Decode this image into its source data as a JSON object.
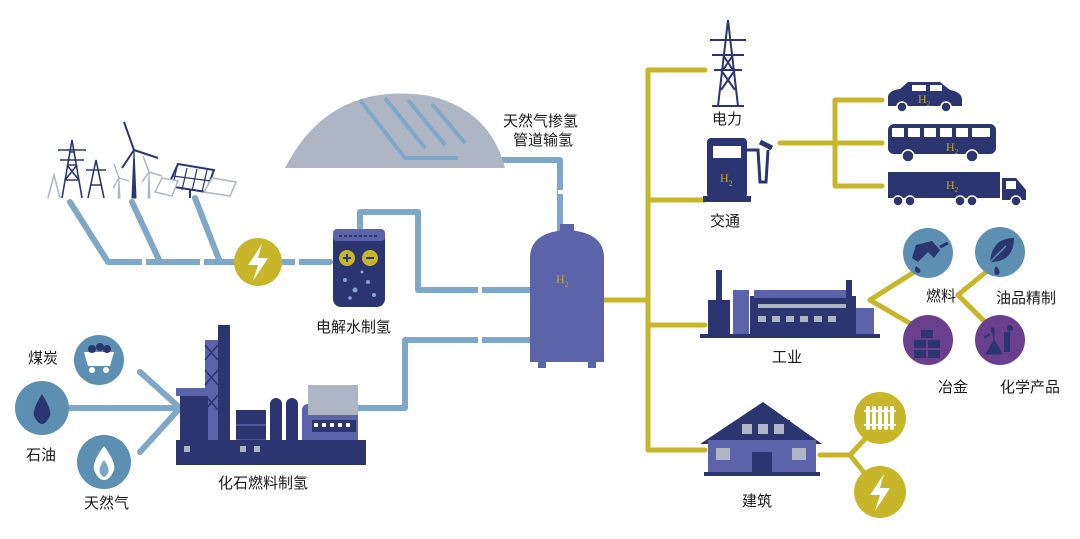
{
  "colors": {
    "navy": "#2b3670",
    "blue_line": "#7ea7c8",
    "yellow": "#c8b62a",
    "teal": "#5d8fb3",
    "purple": "#6a3f8e",
    "gray": "#aeb6c6",
    "tank": "#5b64a8"
  },
  "labels": {
    "pipeline": [
      "天然气掺氢",
      "管道输氢"
    ],
    "electrolysis": "电解水制氢",
    "fossil": "化石燃料制氢",
    "coal": "煤炭",
    "oil": "石油",
    "gas": "天然气",
    "power": "电力",
    "transport": "交通",
    "industry": "工业",
    "fuel": "燃料",
    "refining": "油品精制",
    "metallurgy": "冶金",
    "chemicals": "化学产品",
    "building": "建筑"
  },
  "h2": {
    "base": "H",
    "sub": "2"
  },
  "icons": {
    "renewables": [
      "power-tower-icon",
      "wind-turbine-icon",
      "solar-panel-icon"
    ],
    "electricity": "lightning-icon",
    "electrolyzer": "electrolyzer-icon",
    "tank": "hydrogen-tank-icon",
    "fossil_plant": "fossil-plant-icon",
    "coal": "coal-cart-icon",
    "oil": "oil-drop-icon",
    "gas": "gas-flame-icon",
    "pylon": "transmission-pylon-icon",
    "pump": "fuel-pump-icon",
    "vehicles": [
      "car-icon",
      "bus-icon",
      "truck-icon"
    ],
    "factory": "factory-icon",
    "fuel": "fuel-nozzle-icon",
    "refining": "leaf-drop-icon",
    "metallurgy": "metal-ingots-icon",
    "chemicals": "lab-flask-icon",
    "house": "house-icon",
    "heater": "radiator-icon",
    "bolt": "lightning-icon"
  }
}
